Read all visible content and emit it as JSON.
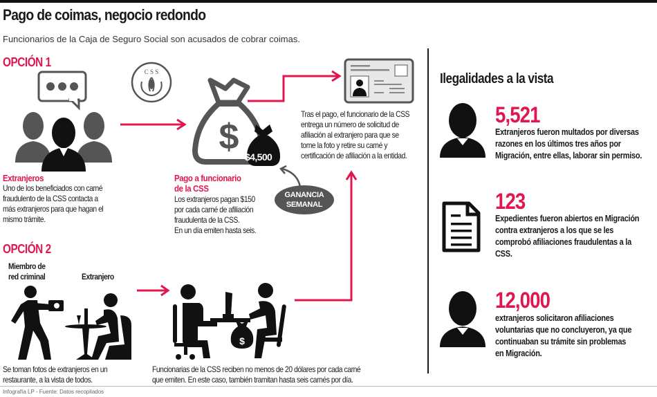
{
  "header": {
    "title": "Pago de coimas, negocio redondo",
    "subtitle": "Funcionarios de la Caja de Seguro Social son acusados de cobrar coimas."
  },
  "colors": {
    "accent": "#e0174f",
    "dark": "#1a1a1a",
    "gray_icon": "#555555"
  },
  "option1": {
    "heading": "OPCIÓN 1",
    "icons": [
      "group-chat-icon",
      "css-logo-icon",
      "money-bag-icon",
      "id-card-icon"
    ],
    "extranjeros": {
      "label": "Extranjeros",
      "lines": [
        "Uno de los beneficiados con carné",
        "fraudulento de la CSS contacta a",
        "más extranjeros para que hagan el",
        "mismo trámite."
      ]
    },
    "css_logo_text": "C S S",
    "money_bag_small": "$4,500",
    "money_bag_symbol": "$",
    "pago": {
      "label_line1": "Pago a funcionario",
      "label_line2": "de la CSS",
      "lines": [
        "Los extranjeros pagan $150",
        "por cada carné de afiliación",
        "fraudulenta de la CSS.",
        "En un día emiten hasta seis."
      ]
    },
    "ganancia": {
      "line1": "GANANCIA",
      "line2": "SEMANAL"
    },
    "carne": {
      "lines": [
        "Tras el pago, el funcionario de la CSS",
        "entrega un número de solicitud de",
        "afiliación al extranjero para que se",
        "tome la foto y retire su carné y",
        "certificación de afiliación a la entidad."
      ]
    }
  },
  "option2": {
    "heading": "OPCIÓN 2",
    "miembro_label_line1": "Miembro de",
    "miembro_label_line2": "red criminal",
    "extranjero_label": "Extranjero",
    "restaurant_lines": [
      "Se toman fotos de extranjeros en un",
      "restaurante, a la vista de todos."
    ],
    "office_lines": [
      "Funcionarias de la CSS reciben no menos de 20 dólares por cada carné",
      "que emiten. En este caso, también tramitan hasta seis carnés por día."
    ]
  },
  "sidebar": {
    "title": "Ilegalidades a la vista",
    "stats": [
      {
        "icon": "person-icon",
        "value": "5,521",
        "lines": [
          "Extranjeros fueron multados por diversas",
          "razones en los últimos tres años por",
          "Migración, entre  ellas, laborar sin permiso."
        ]
      },
      {
        "icon": "document-icon",
        "value": "123",
        "lines": [
          "Expedientes fueron abiertos en Migración",
          "contra extranjeros a los que se les",
          "comprobó afiliaciones fraudulentas a la",
          "CSS."
        ]
      },
      {
        "icon": "person-icon",
        "value": "12,000",
        "lines": [
          "extranjeros solicitaron afiliaciones",
          "voluntarias que no concluyeron, ya que",
          "continuaban su trámite sin problemas",
          "en Migración."
        ]
      }
    ]
  },
  "footer": {
    "credit": "Infografía LP  -  Fuente: Datos recopilados"
  }
}
